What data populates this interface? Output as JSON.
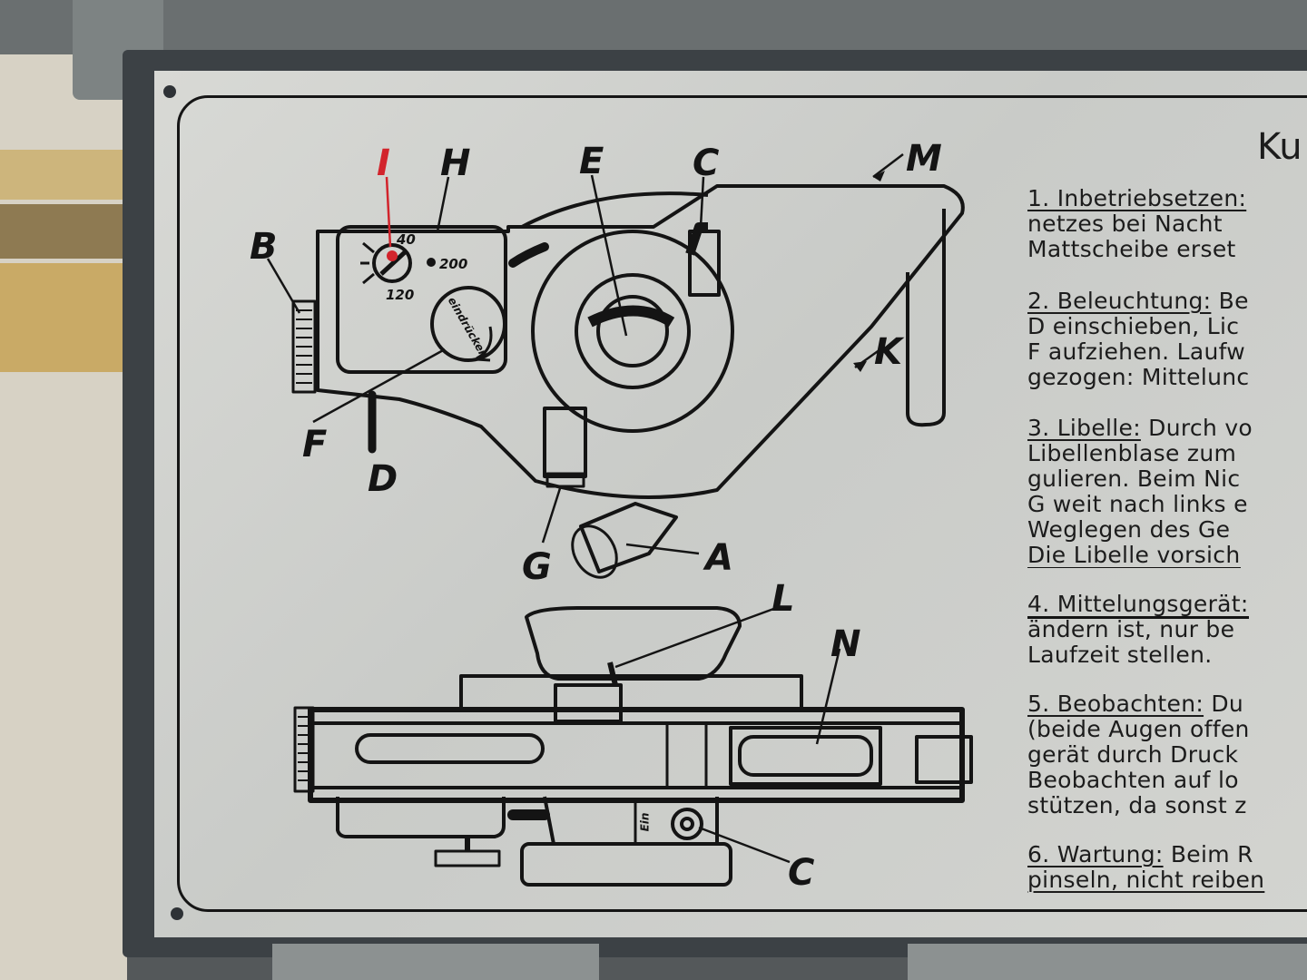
{
  "labels": {
    "I": "I",
    "H": "H",
    "E": "E",
    "C_top": "C",
    "M": "M",
    "B": "B",
    "K": "K",
    "F": "F",
    "D": "D",
    "G": "G",
    "A": "A",
    "L": "L",
    "N": "N",
    "C_bottom": "C"
  },
  "dial": {
    "mark_40": "40",
    "mark_200": "200",
    "mark_120": "120",
    "knob_text": "eindrücken",
    "switch_text": "Ein"
  },
  "title_fragment": "Ku",
  "instructions": [
    {
      "heading": "1. Inbetriebsetzen:",
      "lines": [
        "netzes bei Nacht",
        "Mattscheibe erset"
      ]
    },
    {
      "heading": "2. Beleuchtung:",
      "heading_tail": "Be",
      "lines": [
        "D einschieben, Lic",
        "F aufziehen. Laufw",
        "gezogen: Mittelunc"
      ]
    },
    {
      "heading": "3. Libelle:",
      "heading_tail": "Durch vo",
      "lines": [
        "Libellenblase zum",
        "gulieren. Beim Nic",
        "G weit nach links e",
        "Weglegen des Ge",
        "Die Libelle vorsich"
      ]
    },
    {
      "heading": "4. Mittelungsgerät:",
      "lines": [
        "ändern ist, nur be",
        "Laufzeit stellen."
      ]
    },
    {
      "heading": "5. Beobachten:",
      "heading_tail": "Du",
      "lines": [
        "(beide Augen offen",
        "gerät durch Druck",
        "Beobachten auf lo",
        "stützen, da sonst z"
      ]
    },
    {
      "heading": "6. Wartung:",
      "heading_tail": "Beim R",
      "lines": [
        "pinseln, nicht reiben"
      ]
    }
  ],
  "colors": {
    "plate": "#d3d4d0",
    "ink": "#141414",
    "accent_red": "#d2242c",
    "frame": "#3c4145"
  }
}
